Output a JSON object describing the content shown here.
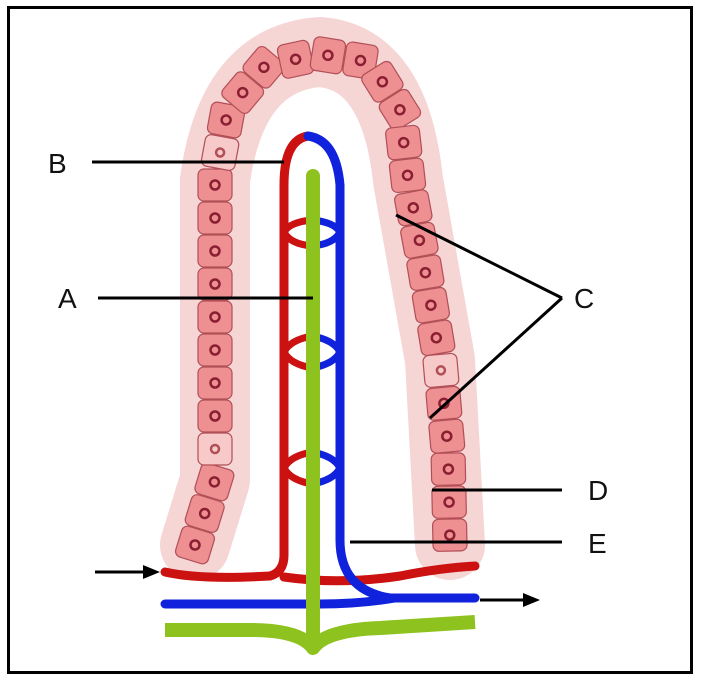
{
  "labels": {
    "a": "A",
    "b": "B",
    "c": "C",
    "d": "D",
    "e": "E"
  },
  "colors": {
    "frame": "#000000",
    "cell_fill": "#ee8f92",
    "cell_stroke": "#b14f56",
    "cell_nucleus": "#8a1f32",
    "goblet_fill": "#f7c9c9",
    "outer_glow": "#f6d5d5",
    "artery": "#cc1111",
    "vein": "#1122dd",
    "lacteal": "#8ec21e",
    "leader_line": "#000000"
  }
}
